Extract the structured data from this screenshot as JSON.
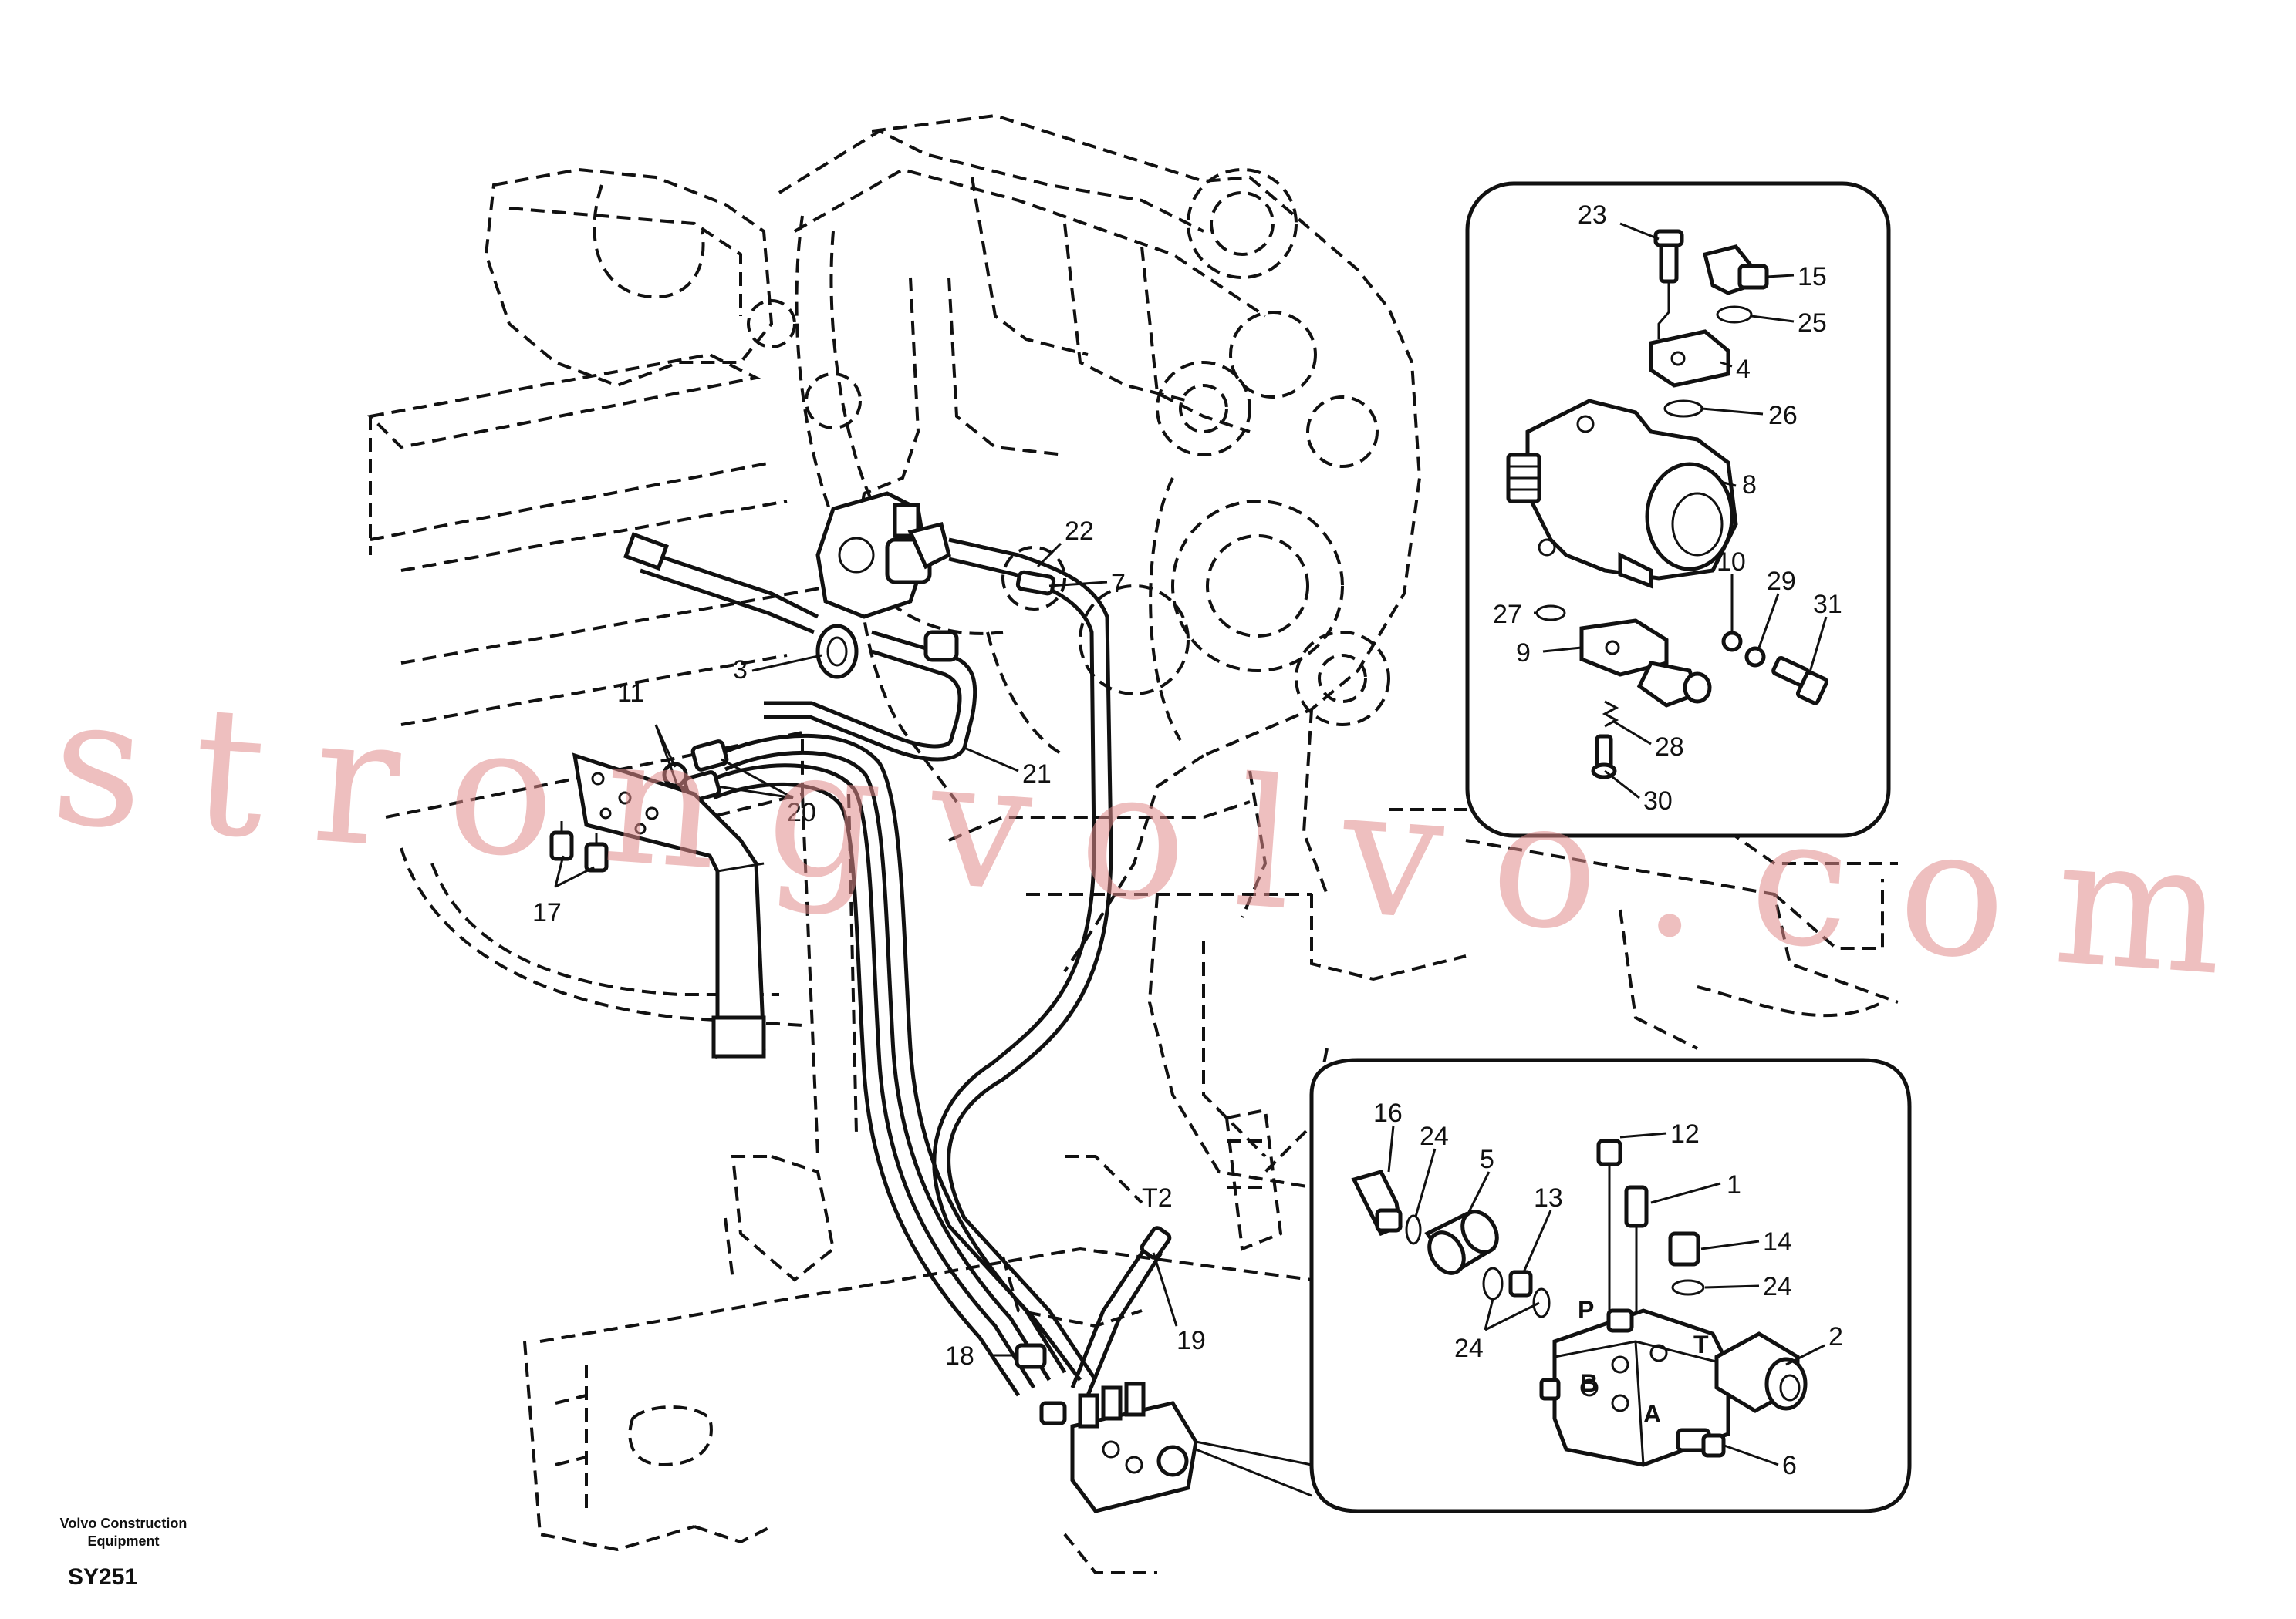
{
  "main_view": {
    "callouts": [
      "22",
      "7",
      "3",
      "11",
      "20",
      "21",
      "17",
      "18",
      "19",
      "T2"
    ]
  },
  "detail_upper": {
    "callouts": [
      "23",
      "15",
      "25",
      "4",
      "26",
      "8",
      "10",
      "29",
      "31",
      "27",
      "9",
      "28",
      "30"
    ]
  },
  "detail_lower": {
    "callouts": [
      "16",
      "24",
      "5",
      "13",
      "12",
      "1",
      "14",
      "24",
      "2",
      "6",
      "24"
    ],
    "port_labels": [
      "P",
      "T",
      "B",
      "A"
    ]
  },
  "footer": {
    "company_line1": "Volvo Construction",
    "company_line2": "Equipment",
    "diagram_code": "SY251"
  },
  "watermark": "strongvolvo.com"
}
